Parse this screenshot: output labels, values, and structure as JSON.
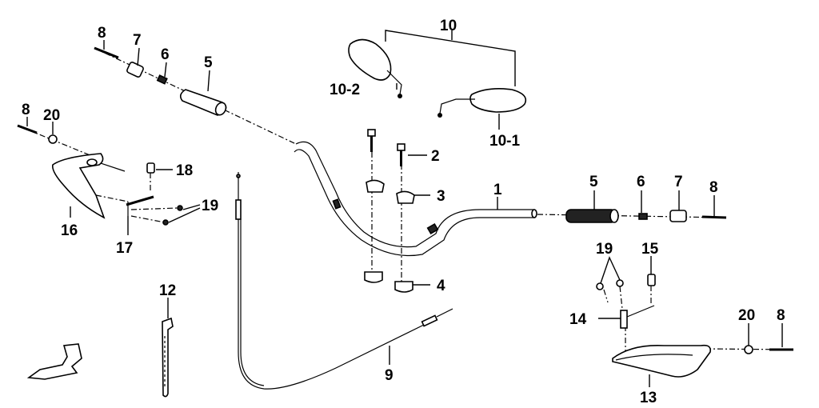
{
  "labels": {
    "p1": "1",
    "p2": "2",
    "p3": "3",
    "p4": "4",
    "p5a": "5",
    "p5b": "5",
    "p6a": "6",
    "p6b": "6",
    "p7a": "7",
    "p7b": "7",
    "p8a": "8",
    "p8b": "8",
    "p8c": "8",
    "p8d": "8",
    "p9": "9",
    "p10": "10",
    "p10_1": "10-1",
    "p10_2": "10-2",
    "p12": "12",
    "p13": "13",
    "p14": "14",
    "p15": "15",
    "p16": "16",
    "p17": "17",
    "p18": "18",
    "p19a": "19",
    "p19b": "19",
    "p20a": "20",
    "p20b": "20"
  },
  "colors": {
    "ink": "#000000",
    "background": "#ffffff"
  }
}
